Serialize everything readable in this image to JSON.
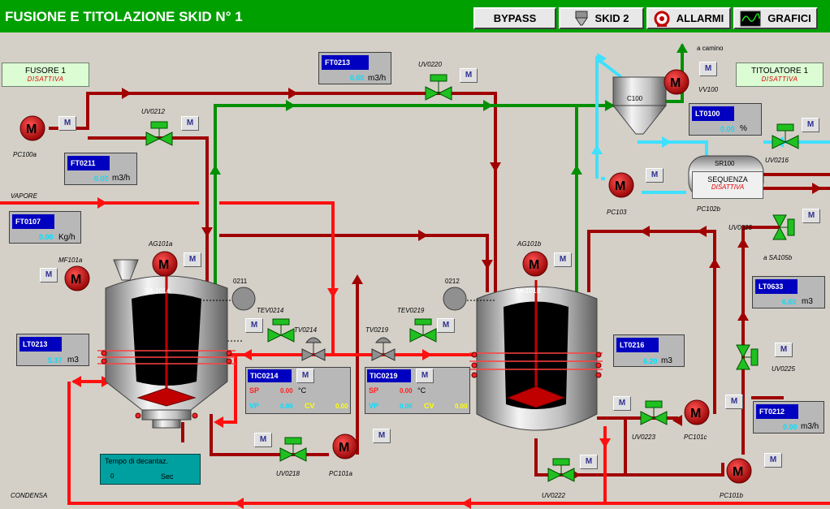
{
  "header": {
    "title": "FUSIONE E TITOLAZIONE SKID N° 1",
    "buttons": [
      {
        "label": "BYPASS",
        "icon": "none"
      },
      {
        "label": "SKID 2",
        "icon": "hopper-icon"
      },
      {
        "label": "ALLARMI",
        "icon": "alarm-icon"
      },
      {
        "label": "GRAFICI",
        "icon": "graph-icon"
      }
    ]
  },
  "status_boxes": {
    "fusore": {
      "title": "FUSORE 1",
      "state": "DISATTIVA"
    },
    "titolatore": {
      "title": "TITOLATORE 1",
      "state": "DISATTIVA"
    },
    "sequenza": {
      "title": "SEQUENZA",
      "state": "DISATTIVA"
    }
  },
  "instruments": {
    "FT0213": {
      "tag": "FT0213",
      "value": "0.00",
      "unit": "m3/h"
    },
    "FT0211": {
      "tag": "FT0211",
      "value": "0.00",
      "unit": "m3/h"
    },
    "FT0107": {
      "tag": "FT0107",
      "value": "0.00",
      "unit": "Kg/h"
    },
    "LT0213": {
      "tag": "LT0213",
      "value": "5.37",
      "unit": "m3"
    },
    "LT0100": {
      "tag": "LT0100",
      "value": "0.00",
      "unit": "%"
    },
    "LT0216": {
      "tag": "LT0216",
      "value": "6.20",
      "unit": "m3"
    },
    "LT0633": {
      "tag": "LT0633",
      "value": "6.60",
      "unit": "m3"
    },
    "FT0212": {
      "tag": "FT0212",
      "value": "0.00",
      "unit": "m3/h"
    }
  },
  "controllers": {
    "TIC0214": {
      "tag": "TIC0214",
      "sp_label": "SP",
      "sp": "0.00",
      "unit": "°C",
      "vp_label": "VP",
      "vp": "0.00",
      "cv_label": "CV",
      "cv": "0.00",
      "mode": "M"
    },
    "TIC0219": {
      "tag": "TIC0219",
      "sp_label": "SP",
      "sp": "0.00",
      "unit": "°C",
      "vp_label": "VP",
      "vp": "0.00",
      "cv_label": "CV",
      "cv": "0.00",
      "mode": "M"
    }
  },
  "decantation": {
    "label": "Tempo di decantaz.",
    "value": "0",
    "unit": "Sec"
  },
  "labels": {
    "PC100a": "PC100a",
    "UV0212": "UV0212",
    "UV0220": "UV0220",
    "VAPORE": "VAPORE",
    "AG101a": "AG101a",
    "MF101a": "MF101a",
    "SA101A": "SA-101A",
    "x0211": "0211",
    "TEV0214": "TEV0214",
    "TV0214": "TV0214",
    "UV0218": "UV0218",
    "PC101a": "PC101a",
    "CONDENSA": "CONDENSA",
    "x0212": "0212",
    "TEV0219": "TEV0219",
    "TV0219": "TV0219",
    "AG101b": "AG101b",
    "SA101B": "SA-101B",
    "UV0222": "UV0222",
    "UV0223": "UV0223",
    "PC101c": "PC101c",
    "PC101b": "PC101b",
    "acamino": "a camino",
    "VV100": "VV100",
    "C100": "C100",
    "SR100": "SR100",
    "PC103": "PC103",
    "PC102b": "PC102b",
    "UV0216": "UV0216",
    "UV0325": "UV0325",
    "aSA105b": "a SA105b",
    "UV0225": "UV0225"
  },
  "mode_letter": "M",
  "colors": {
    "header": "#00a000",
    "pipe_red": "#a00000",
    "pipe_bright": "#ff1010",
    "pipe_green": "#009000",
    "pipe_cyan": "#40e0ff",
    "valve": "#20c020",
    "pump": "#c00000"
  }
}
